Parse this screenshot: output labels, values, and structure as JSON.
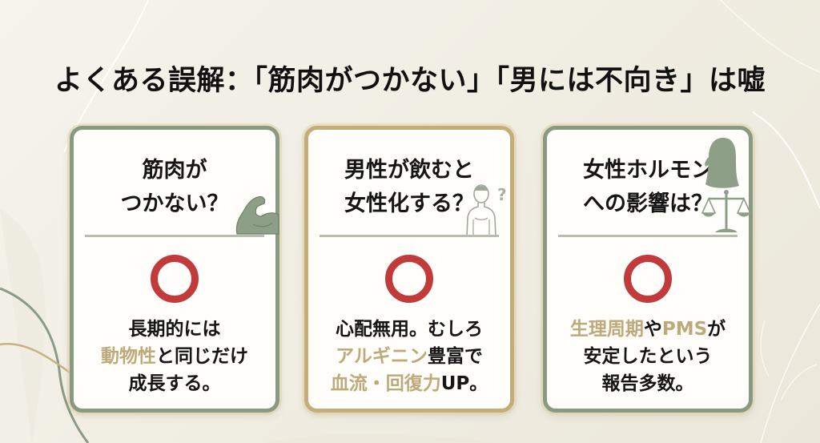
{
  "title": "よくある誤解：「筋肉がつかない」「男には不向き」は嘘",
  "colors": {
    "background": "#f3f0e7",
    "card_border_green": "#8a9a82",
    "card_border_gold": "#c4ad7a",
    "answer_mark": "#c23b3b",
    "highlight": "#bea97a",
    "icon": "#8d9f87"
  },
  "cards": [
    {
      "question_lines": [
        "筋肉が",
        "つかない？"
      ],
      "icon": "flexed-arm-icon",
      "answer_mark": "circle-correct-icon",
      "answer_lines": [
        [
          {
            "text": "長期的には",
            "hl": false
          }
        ],
        [
          {
            "text": "動物性",
            "hl": true
          },
          {
            "text": "と同じだけ",
            "hl": false
          }
        ],
        [
          {
            "text": "成長する。",
            "hl": false
          }
        ]
      ]
    },
    {
      "question_lines": [
        "男性が飲むと",
        "女性化する？"
      ],
      "icon": "man-question-icon",
      "answer_mark": "circle-correct-icon",
      "answer_lines": [
        [
          {
            "text": "心配無用。むしろ",
            "hl": false
          }
        ],
        [
          {
            "text": "アルギニン",
            "hl": true
          },
          {
            "text": "豊富で",
            "hl": false
          }
        ],
        [
          {
            "text": "血流・回復力",
            "hl": true
          },
          {
            "text": "UP。",
            "hl": false
          }
        ]
      ]
    },
    {
      "question_lines": [
        "女性ホルモン",
        "への影響は？"
      ],
      "icon": "woman-scale-icon",
      "answer_mark": "circle-correct-icon",
      "answer_lines": [
        [
          {
            "text": "生理周期",
            "hl": true
          },
          {
            "text": "や",
            "hl": false
          },
          {
            "text": "PMS",
            "hl": true
          },
          {
            "text": "が",
            "hl": false
          }
        ],
        [
          {
            "text": "安定したという",
            "hl": false
          }
        ],
        [
          {
            "text": "報告多数。",
            "hl": false
          }
        ]
      ]
    }
  ]
}
